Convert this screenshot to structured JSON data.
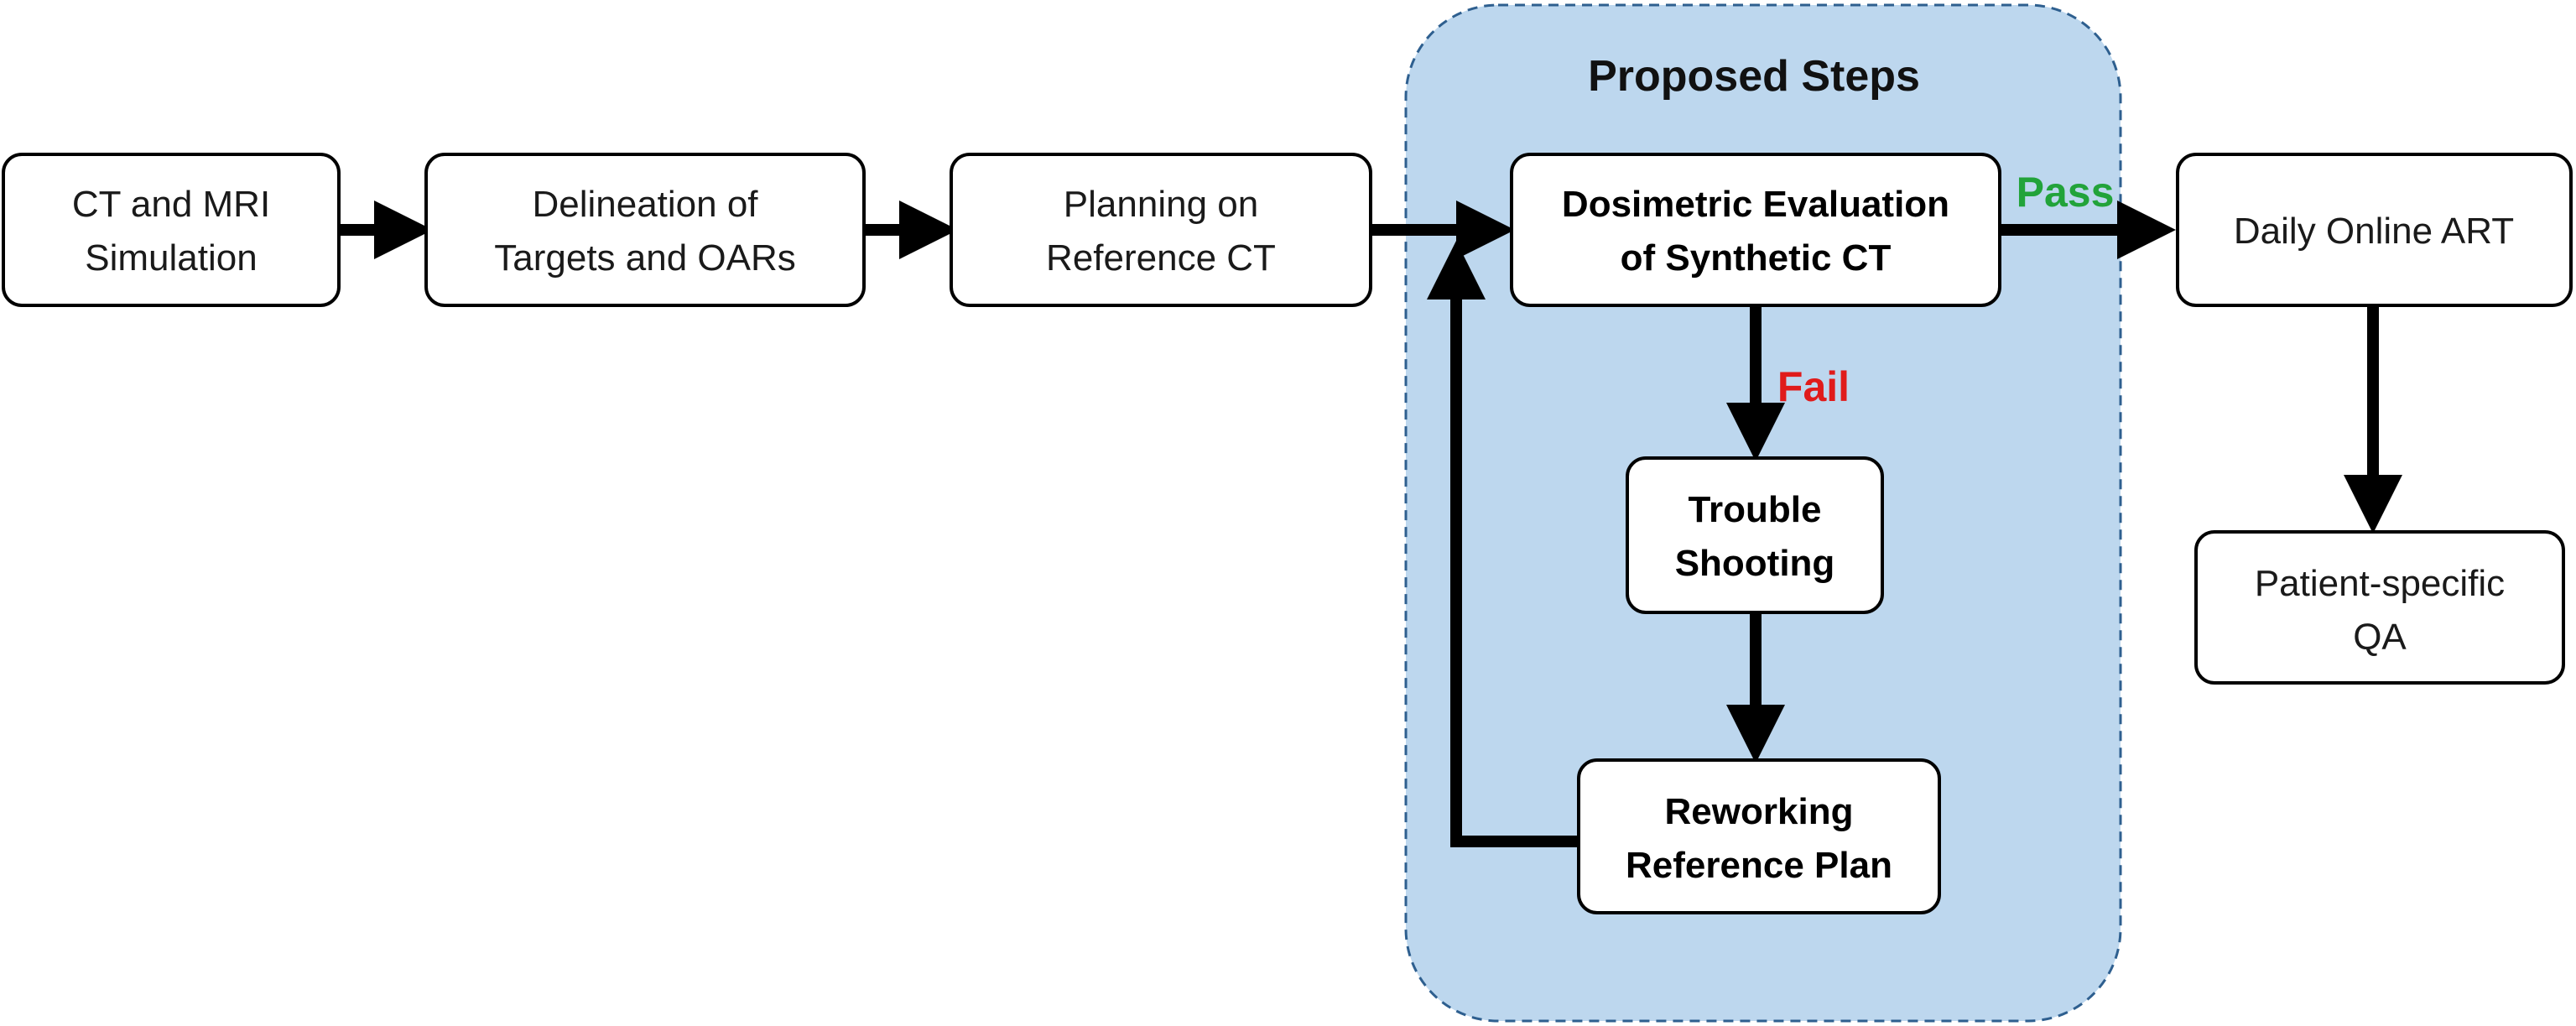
{
  "region": {
    "title": "Proposed Steps",
    "fill": "#bdd7ee",
    "border": "#2e5f8f"
  },
  "nodes": [
    {
      "id": "ct-mri-simulation",
      "lines": [
        "CT and MRI",
        "Simulation"
      ],
      "bold": false
    },
    {
      "id": "delineation",
      "lines": [
        "Delineation of",
        "Targets and OARs"
      ],
      "bold": false
    },
    {
      "id": "planning",
      "lines": [
        "Planning on",
        "Reference CT"
      ],
      "bold": false
    },
    {
      "id": "dosimetric-evaluation",
      "lines": [
        "Dosimetric Evaluation",
        "of Synthetic CT"
      ],
      "bold": true
    },
    {
      "id": "trouble-shooting",
      "lines": [
        "Trouble",
        "Shooting"
      ],
      "bold": true
    },
    {
      "id": "reworking",
      "lines": [
        "Reworking",
        "Reference Plan"
      ],
      "bold": true
    },
    {
      "id": "daily-online-art",
      "lines": [
        "Daily Online ART"
      ],
      "bold": false
    },
    {
      "id": "patient-qa",
      "lines": [
        "Patient-specific",
        "QA"
      ],
      "bold": false
    }
  ],
  "edges": [
    {
      "id": "sim-to-delineation",
      "from": "ct-mri-simulation",
      "to": "delineation",
      "label": ""
    },
    {
      "id": "delineation-to-planning",
      "from": "delineation",
      "to": "planning",
      "label": ""
    },
    {
      "id": "planning-to-evaluation",
      "from": "planning",
      "to": "dosimetric-evaluation",
      "label": ""
    },
    {
      "id": "evaluation-to-art",
      "from": "dosimetric-evaluation",
      "to": "daily-online-art",
      "label": "Pass",
      "label_color": "#22a33a"
    },
    {
      "id": "evaluation-to-troubleshooting",
      "from": "dosimetric-evaluation",
      "to": "trouble-shooting",
      "label": "Fail",
      "label_color": "#e01b1b"
    },
    {
      "id": "troubleshooting-to-reworking",
      "from": "trouble-shooting",
      "to": "reworking",
      "label": ""
    },
    {
      "id": "reworking-loop-back",
      "from": "reworking",
      "to": "dosimetric-evaluation",
      "label": ""
    },
    {
      "id": "art-to-qa",
      "from": "daily-online-art",
      "to": "patient-qa",
      "label": ""
    }
  ]
}
